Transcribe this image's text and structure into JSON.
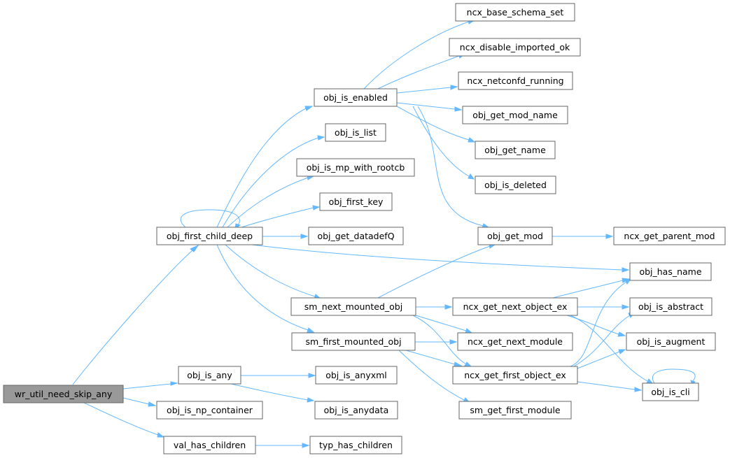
{
  "nodes": {
    "wr_util_need_skip_any": "wr_util_need_skip_any",
    "obj_first_child_deep": "obj_first_child_deep",
    "obj_is_any": "obj_is_any",
    "obj_is_np_container": "obj_is_np_container",
    "val_has_children": "val_has_children",
    "obj_is_enabled": "obj_is_enabled",
    "obj_is_list": "obj_is_list",
    "obj_is_mp_with_rootcb": "obj_is_mp_with_rootcb",
    "obj_first_key": "obj_first_key",
    "obj_get_datadefQ": "obj_get_datadefQ",
    "sm_next_mounted_obj": "sm_next_mounted_obj",
    "sm_first_mounted_obj": "sm_first_mounted_obj",
    "obj_is_anyxml": "obj_is_anyxml",
    "obj_is_anydata": "obj_is_anydata",
    "typ_has_children": "typ_has_children",
    "ncx_base_schema_set": "ncx_base_schema_set",
    "ncx_disable_imported_ok": "ncx_disable_imported_ok",
    "ncx_netconfd_running": "ncx_netconfd_running",
    "obj_get_mod_name": "obj_get_mod_name",
    "obj_get_name": "obj_get_name",
    "obj_is_deleted": "obj_is_deleted",
    "obj_get_mod": "obj_get_mod",
    "ncx_get_next_object_ex": "ncx_get_next_object_ex",
    "ncx_get_next_module": "ncx_get_next_module",
    "ncx_get_first_object_ex": "ncx_get_first_object_ex",
    "sm_get_first_module": "sm_get_first_module",
    "ncx_get_parent_mod": "ncx_get_parent_mod",
    "obj_has_name": "obj_has_name",
    "obj_is_abstract": "obj_is_abstract",
    "obj_is_augment": "obj_is_augment",
    "obj_is_cli": "obj_is_cli"
  },
  "root": "wr_util_need_skip_any",
  "edges": [
    [
      "wr_util_need_skip_any",
      "obj_first_child_deep"
    ],
    [
      "wr_util_need_skip_any",
      "obj_is_any"
    ],
    [
      "wr_util_need_skip_any",
      "obj_is_np_container"
    ],
    [
      "wr_util_need_skip_any",
      "val_has_children"
    ],
    [
      "obj_first_child_deep",
      "obj_first_child_deep"
    ],
    [
      "obj_first_child_deep",
      "obj_is_enabled"
    ],
    [
      "obj_first_child_deep",
      "obj_is_list"
    ],
    [
      "obj_first_child_deep",
      "obj_is_mp_with_rootcb"
    ],
    [
      "obj_first_child_deep",
      "obj_first_key"
    ],
    [
      "obj_first_child_deep",
      "obj_get_datadefQ"
    ],
    [
      "obj_first_child_deep",
      "obj_has_name"
    ],
    [
      "obj_first_child_deep",
      "sm_next_mounted_obj"
    ],
    [
      "obj_first_child_deep",
      "sm_first_mounted_obj"
    ],
    [
      "obj_is_enabled",
      "ncx_base_schema_set"
    ],
    [
      "obj_is_enabled",
      "ncx_disable_imported_ok"
    ],
    [
      "obj_is_enabled",
      "ncx_netconfd_running"
    ],
    [
      "obj_is_enabled",
      "obj_get_mod_name"
    ],
    [
      "obj_is_enabled",
      "obj_get_name"
    ],
    [
      "obj_is_enabled",
      "obj_is_deleted"
    ],
    [
      "obj_is_enabled",
      "obj_get_mod"
    ],
    [
      "obj_get_mod",
      "ncx_get_parent_mod"
    ],
    [
      "sm_next_mounted_obj",
      "obj_get_mod"
    ],
    [
      "sm_next_mounted_obj",
      "ncx_get_next_object_ex"
    ],
    [
      "sm_next_mounted_obj",
      "ncx_get_next_module"
    ],
    [
      "sm_next_mounted_obj",
      "ncx_get_first_object_ex"
    ],
    [
      "sm_first_mounted_obj",
      "ncx_get_next_module"
    ],
    [
      "sm_first_mounted_obj",
      "ncx_get_first_object_ex"
    ],
    [
      "sm_first_mounted_obj",
      "sm_get_first_module"
    ],
    [
      "ncx_get_next_object_ex",
      "obj_has_name"
    ],
    [
      "ncx_get_next_object_ex",
      "obj_is_abstract"
    ],
    [
      "ncx_get_next_object_ex",
      "obj_is_augment"
    ],
    [
      "ncx_get_next_object_ex",
      "obj_is_cli"
    ],
    [
      "ncx_get_first_object_ex",
      "obj_has_name"
    ],
    [
      "ncx_get_first_object_ex",
      "obj_is_abstract"
    ],
    [
      "ncx_get_first_object_ex",
      "obj_is_augment"
    ],
    [
      "ncx_get_first_object_ex",
      "obj_is_cli"
    ],
    [
      "obj_is_cli",
      "obj_is_cli"
    ],
    [
      "obj_is_any",
      "obj_is_anyxml"
    ],
    [
      "obj_is_any",
      "obj_is_anydata"
    ],
    [
      "val_has_children",
      "typ_has_children"
    ]
  ]
}
